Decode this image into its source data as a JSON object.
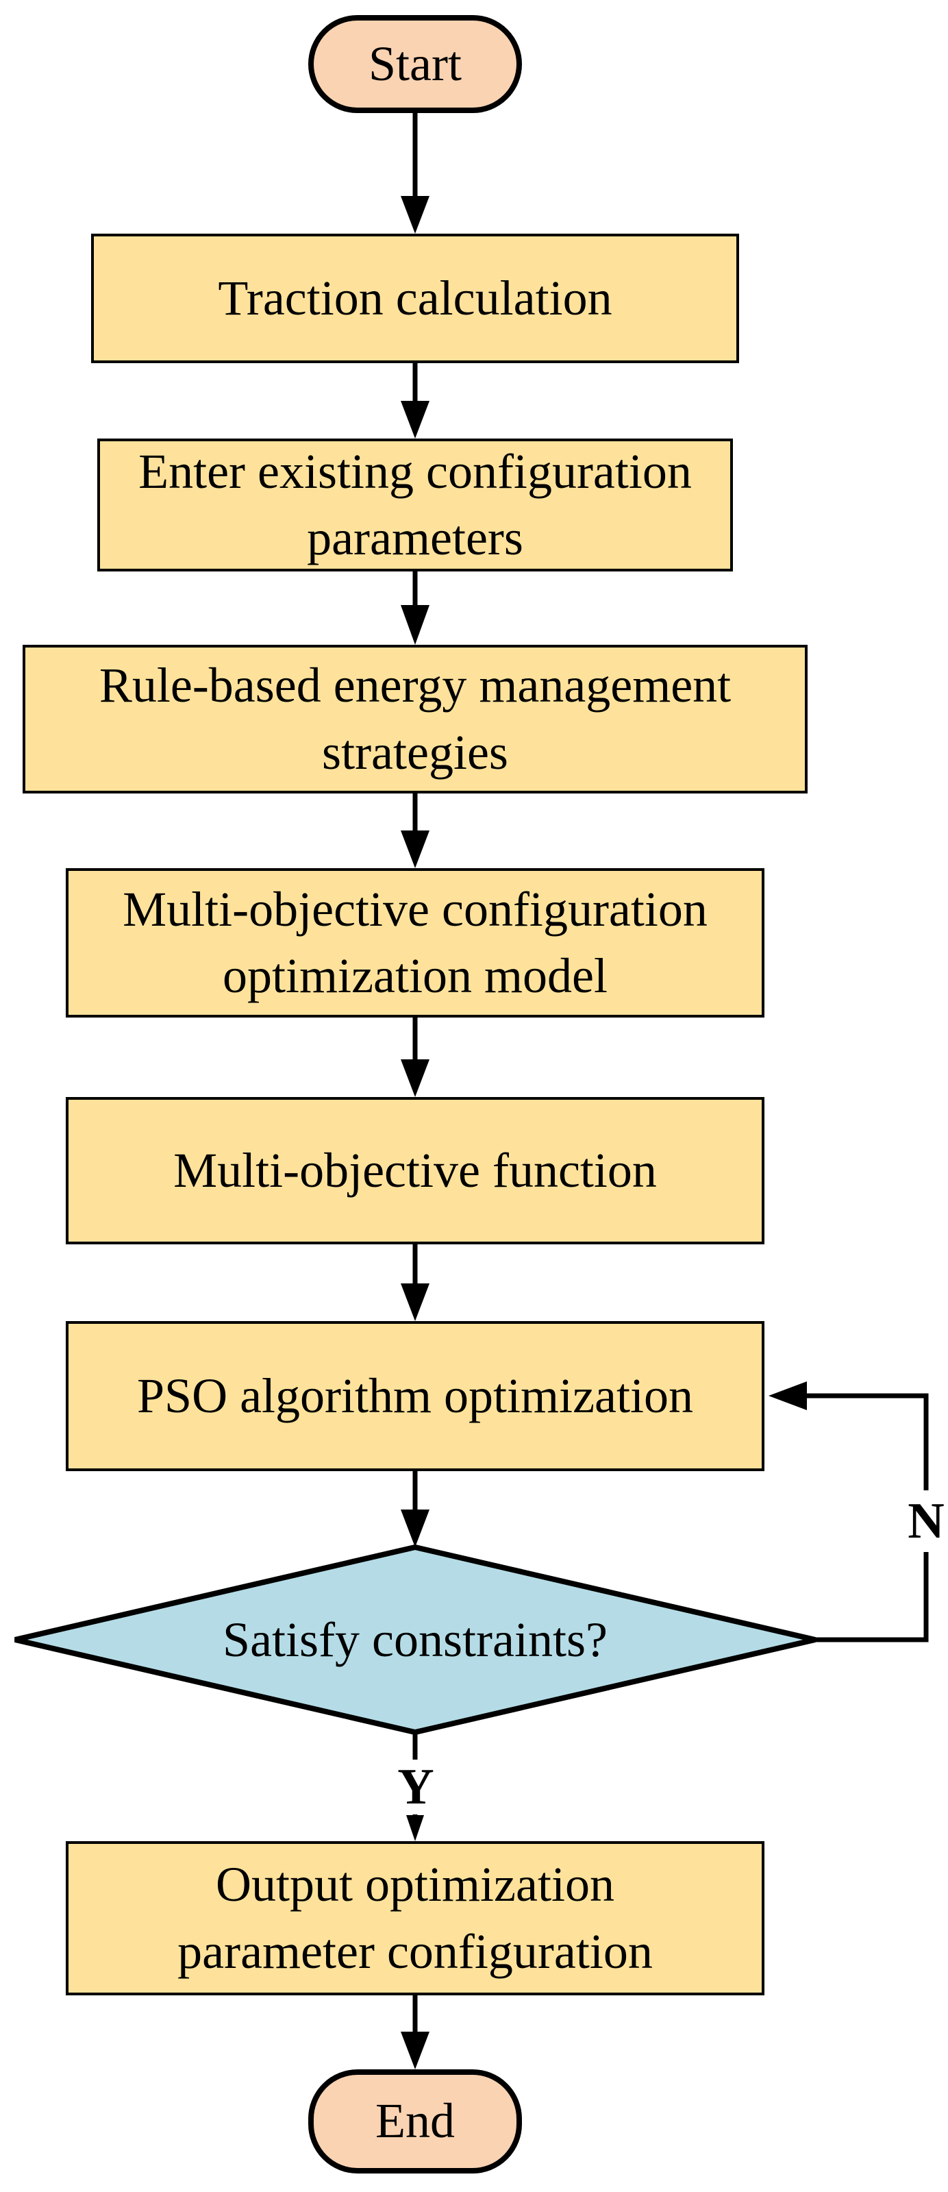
{
  "figure": {
    "colors": {
      "background": "#FFFFFF",
      "text": "#000000",
      "stroke": "#000000",
      "process_fill": "#FEE29B",
      "terminal_fill": "#FAD3B2",
      "decision_fill": "#B5DCE6"
    },
    "nodes": {
      "start": {
        "type": "terminal",
        "lines": [
          "Start"
        ]
      },
      "traction": {
        "type": "process",
        "lines": [
          "Traction calculation"
        ]
      },
      "enter_params": {
        "type": "process",
        "lines": [
          "Enter existing configuration",
          "parameters"
        ]
      },
      "rule_based": {
        "type": "process",
        "lines": [
          "Rule-based energy management",
          "strategies"
        ]
      },
      "config_model": {
        "type": "process",
        "lines": [
          "Multi-objective configuration",
          "optimization model"
        ]
      },
      "objective_function": {
        "type": "process",
        "lines": [
          "Multi-objective function"
        ]
      },
      "pso": {
        "type": "process",
        "lines": [
          "PSO algorithm optimization"
        ]
      },
      "decision": {
        "type": "decision",
        "lines": [
          "Satisfy constraints?"
        ]
      },
      "output": {
        "type": "process",
        "lines": [
          "Output optimization",
          "parameter configuration"
        ]
      },
      "end": {
        "type": "terminal",
        "lines": [
          "End"
        ]
      }
    },
    "edge_labels": {
      "no": "N",
      "yes": "Y"
    }
  }
}
